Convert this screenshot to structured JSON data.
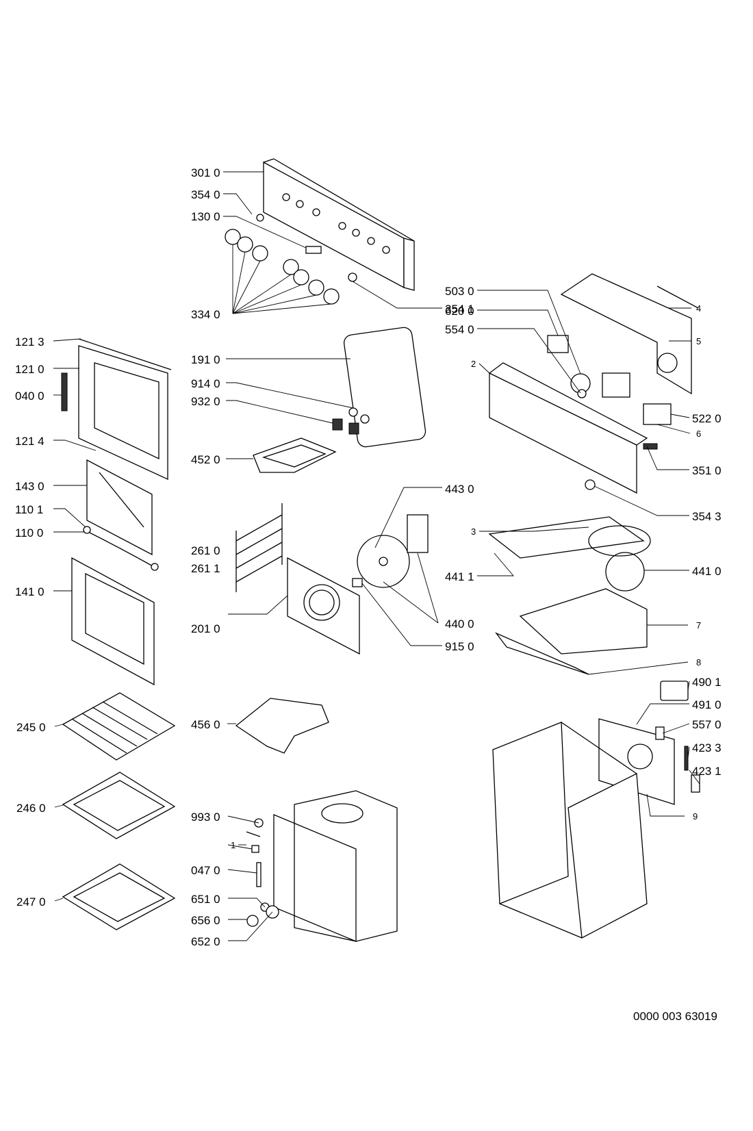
{
  "diagram": {
    "doc_number": "0000 003 63019",
    "labels": {
      "l3010": "301 0",
      "l3540": "354 0",
      "l1300": "130 0",
      "l3340": "334 0",
      "l3541": "354 1",
      "l1213": "121 3",
      "l1210": "121 0",
      "l0400": "040 0",
      "l1214": "121 4",
      "l1430": "143 0",
      "l1101": "110 1",
      "l1100": "110 0",
      "l1410": "141 0",
      "l1910": "191 0",
      "l9140": "914 0",
      "l9320": "932 0",
      "l4520": "452 0",
      "l2610": "261 0",
      "l2611": "261 1",
      "l2010": "201 0",
      "l4430": "443 0",
      "l4400": "440 0",
      "l9150": "915 0",
      "l5030": "503 0",
      "l6200": "620 0",
      "l5540": "554 0",
      "l5220": "522 0",
      "l3510": "351 0",
      "l3543": "354 3",
      "l4411": "441 1",
      "l4410": "441 0",
      "l4901": "490 1",
      "l4910": "491 0",
      "l5570": "557 0",
      "l4233": "423 3",
      "l4231": "423 1",
      "l2450": "245 0",
      "l2460": "246 0",
      "l2470": "247 0",
      "l4560": "456 0",
      "l9930": "993 0",
      "l0470": "047 0",
      "l6510": "651 0",
      "l6560": "656 0",
      "l6520": "652 0",
      "n1": "1",
      "n2": "2",
      "n3": "3",
      "n4": "4",
      "n5": "5",
      "n6": "6",
      "n7": "7",
      "n8": "8",
      "n9": "9"
    }
  }
}
